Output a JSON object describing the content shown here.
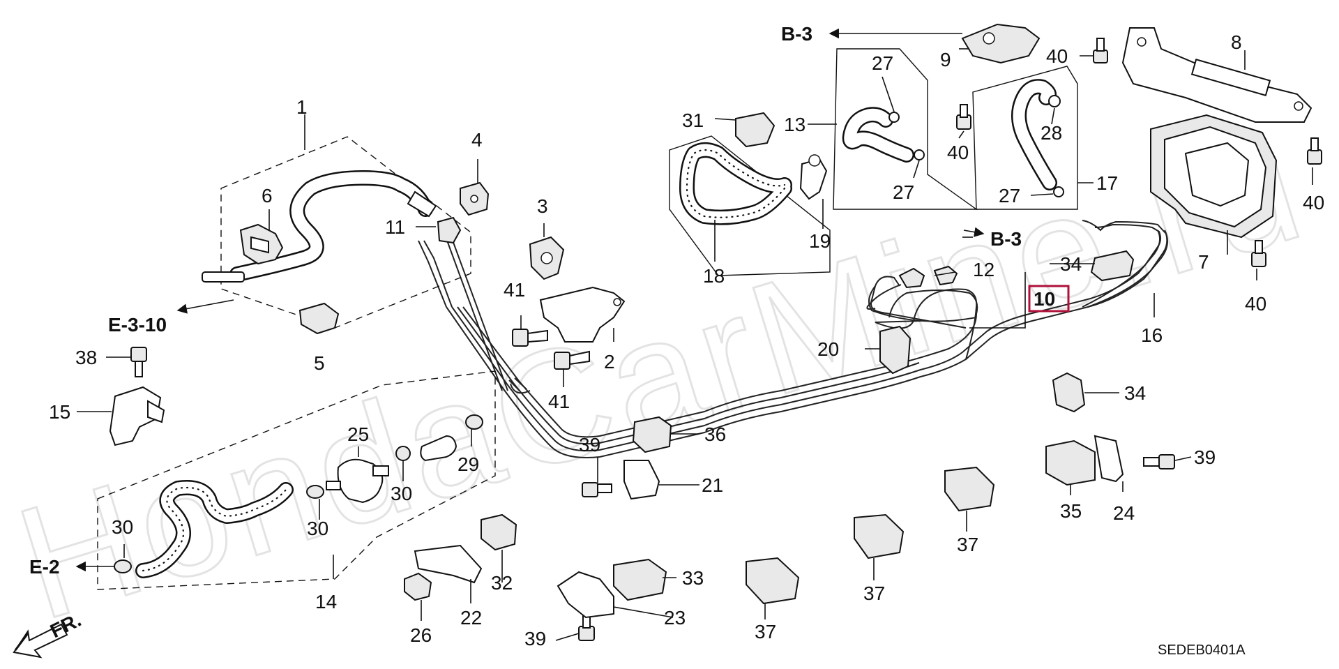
{
  "watermark": "HondaCarMine.ru",
  "diagram_code": "SEDEB0401A",
  "direction_label": "FR.",
  "highlighted_part": "10",
  "ref_labels": {
    "b3_top": "B-3",
    "b3_mid": "B-3",
    "e310": "E-3-10",
    "e2": "E-2"
  },
  "callouts": [
    "1",
    "2",
    "3",
    "4",
    "5",
    "6",
    "7",
    "8",
    "9",
    "10",
    "11",
    "12",
    "13",
    "14",
    "15",
    "16",
    "17",
    "18",
    "19",
    "20",
    "21",
    "22",
    "23",
    "24",
    "25",
    "26",
    "27",
    "27",
    "27",
    "28",
    "29",
    "30",
    "30",
    "30",
    "31",
    "32",
    "33",
    "34",
    "34",
    "35",
    "36",
    "37",
    "37",
    "37",
    "38",
    "39",
    "39",
    "39",
    "40",
    "40",
    "40",
    "40",
    "41",
    "41"
  ]
}
